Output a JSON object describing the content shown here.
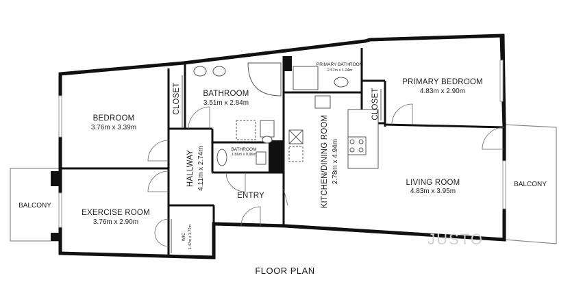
{
  "caption": "FLOOR PLAN",
  "watermark": "JUSTO",
  "rooms": {
    "bedroom": {
      "name": "BEDROOM",
      "dims": "3.76m x 3.39m"
    },
    "closet_left": {
      "name": "CLOSET"
    },
    "bathroom": {
      "name": "BATHROOM",
      "dims": "3.51m x 2.84m"
    },
    "primary_bathroom": {
      "name": "PRIMARY BATHROOM",
      "dims": "2.57m x 1.24m"
    },
    "primary_bedroom": {
      "name": "PRIMARY BEDROOM",
      "dims": "4.83m x 2.90m"
    },
    "closet_right": {
      "name": "CLOSET"
    },
    "hallway": {
      "name": "HALLWAY",
      "dims": "4.11m x 2.74m"
    },
    "small_bathroom": {
      "name": "BATHROOM",
      "dims": "1.86m x 0.96m"
    },
    "kitchen": {
      "name": "KITCHEN/DINING ROOM",
      "dims": "2.78m x 4.94m"
    },
    "living_room": {
      "name": "LIVING ROOM",
      "dims": "4.83m x 3.95m"
    },
    "entry": {
      "name": "ENTRY"
    },
    "exercise_room": {
      "name": "EXERCISE ROOM",
      "dims": "3.76m x 2.90m"
    },
    "wic": {
      "name": "WIC",
      "dims": "1.47m x 1.72m"
    },
    "balcony_left": {
      "name": "BALCONY"
    },
    "balcony_right": {
      "name": "BALCONY"
    }
  }
}
